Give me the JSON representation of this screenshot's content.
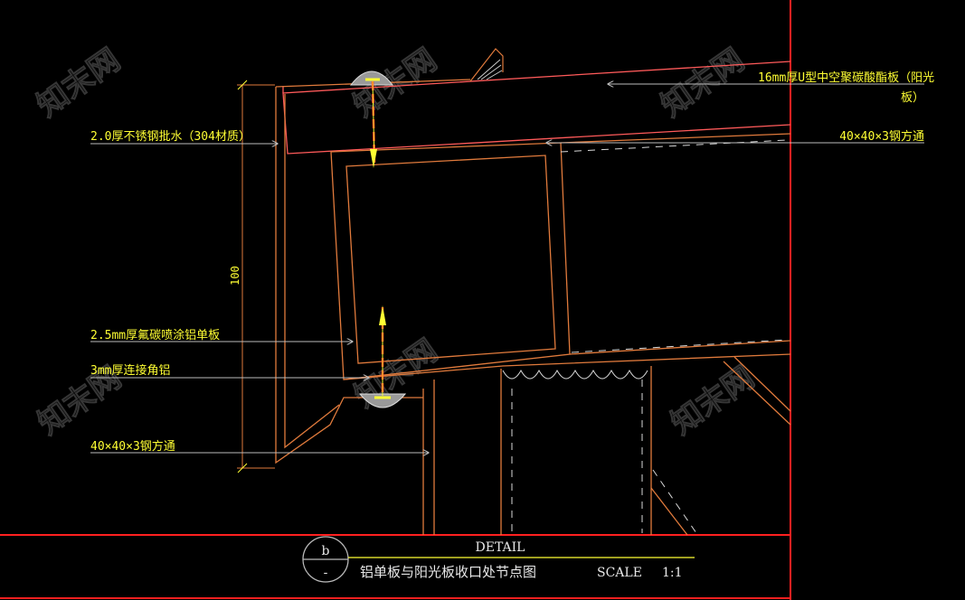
{
  "callouts": {
    "polycarbonate_line1": "16mm厚U型中空聚碳酸酯板（阳光",
    "polycarbonate_line2": "板）",
    "stainless_flashing": "2.0厚不锈钢批水（304材质）",
    "steel_tube_top": "40×40×3钢方通",
    "aluminum_panel": "2.5mm厚氟碳喷涂铝单板",
    "angle_aluminum": "3mm厚连接角铝",
    "steel_tube_bottom": "40×40×3钢方通"
  },
  "dimension": {
    "height": "100"
  },
  "title_block": {
    "symbol_top": "b",
    "symbol_bottom": "-",
    "heading": "DETAIL",
    "title": "铝单板与阳光板收口处节点图",
    "scale_label": "SCALE",
    "scale_value": "1:1"
  },
  "colors": {
    "background": "#000000",
    "frame_red": "#ff2020",
    "outline_orange": "#e07a3c",
    "label_yellow": "#ffff33",
    "leader_gray": "#bbbbbb",
    "dashed_white": "#d8d8d8"
  },
  "watermarks": [
    "知末网",
    "知末网",
    "知末网",
    "知末网",
    "知末网",
    "知末网"
  ]
}
